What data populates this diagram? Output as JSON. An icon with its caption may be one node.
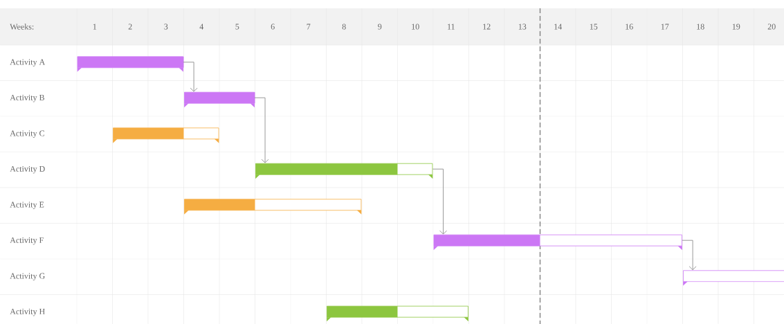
{
  "diagram": {
    "nodes": [
      {
        "text": [],
        "shape": "bar"
      },
      {
        "text": [],
        "shape": "bar"
      },
      {
        "text": [],
        "shape": "bar"
      },
      {
        "text": [],
        "shape": "bar"
      },
      {
        "text": [],
        "shape": "bar"
      },
      {
        "text": [],
        "shape": "bar"
      },
      {
        "text": [],
        "shape": "bar"
      },
      {
        "text": [],
        "shape": "bar"
      }
    ],
    "edges": [
      {
        "from": 0,
        "to": 1,
        "arrow": "to"
      },
      {
        "from": 1,
        "to": 3,
        "arrow": "to"
      },
      {
        "from": 3,
        "to": 5,
        "arrow": "to"
      },
      {
        "from": 5,
        "to": 6,
        "arrow": "to"
      }
    ],
    "labels": [
      "Weeks:",
      "1",
      "2",
      "3",
      "4",
      "5",
      "6",
      "7",
      "8",
      "9",
      "10",
      "11",
      "12",
      "13",
      "14",
      "15",
      "16",
      "17",
      "18",
      "19",
      "20",
      "Activity A",
      "Activity B",
      "Activity C",
      "Activity D",
      "Activity E",
      "Activity F",
      "Activity G",
      "Activity H"
    ]
  }
}
